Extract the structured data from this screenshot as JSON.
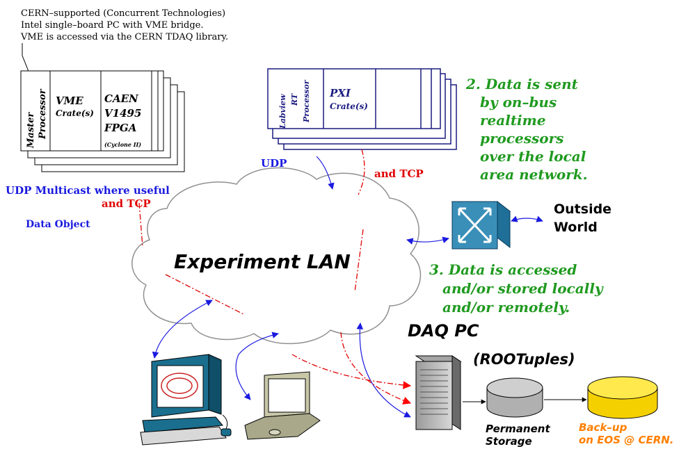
{
  "top_note": {
    "lines": [
      "CERN–supported (Concurrent Technologies)",
      "Intel single–board PC with VME bridge.",
      "VME is accessed via the CERN TDAQ library."
    ]
  },
  "vme_crate": {
    "processor_line1": "Master",
    "processor_line2": "Processor",
    "vme_line1": "VME",
    "vme_line2": "Crate(s)",
    "caen_line1": "CAEN",
    "caen_line2": "V1495",
    "caen_line3": "FPGA",
    "caen_line4": "(Cyclone II)"
  },
  "pxi_crate": {
    "processor_line1": "Labview",
    "processor_line2": "RT",
    "processor_line3": "Processor",
    "pxi_line1": "PXI",
    "pxi_line2": "Crate(s)"
  },
  "labels": {
    "udp_multicast": "UDP Multicast where useful",
    "and_tcp_left": "and TCP",
    "data_object": "Data Object",
    "udp": "UDP",
    "and_tcp_right": "and TCP",
    "experiment_lan": "Experiment LAN",
    "outside_line1": "Outside",
    "outside_line2": "World",
    "daq_pc": "DAQ PC",
    "roottuples": "(ROOTuples)",
    "permanent_line1": "Permanent",
    "permanent_line2": "Storage",
    "backup_line1": "Back–up",
    "backup_line2": "on EOS @ CERN."
  },
  "step2": {
    "lines": [
      "2. Data is sent",
      "by on–bus",
      "realtime",
      "processors",
      "over the local",
      "area network."
    ]
  },
  "step3": {
    "lines": [
      "3. Data is accessed",
      "and/or stored locally",
      "and/or remotely."
    ]
  },
  "colors": {
    "blue_text": "#1a1ae0",
    "red_text": "#e00000",
    "green_text": "#1f9a1f",
    "orange_text": "#ff7f00",
    "crate_outline_pxi": "#1a1a80",
    "switch_fill": "#3a8fb8",
    "storage_fill": "#b0b0b0",
    "backup_fill": "#f5d000"
  }
}
